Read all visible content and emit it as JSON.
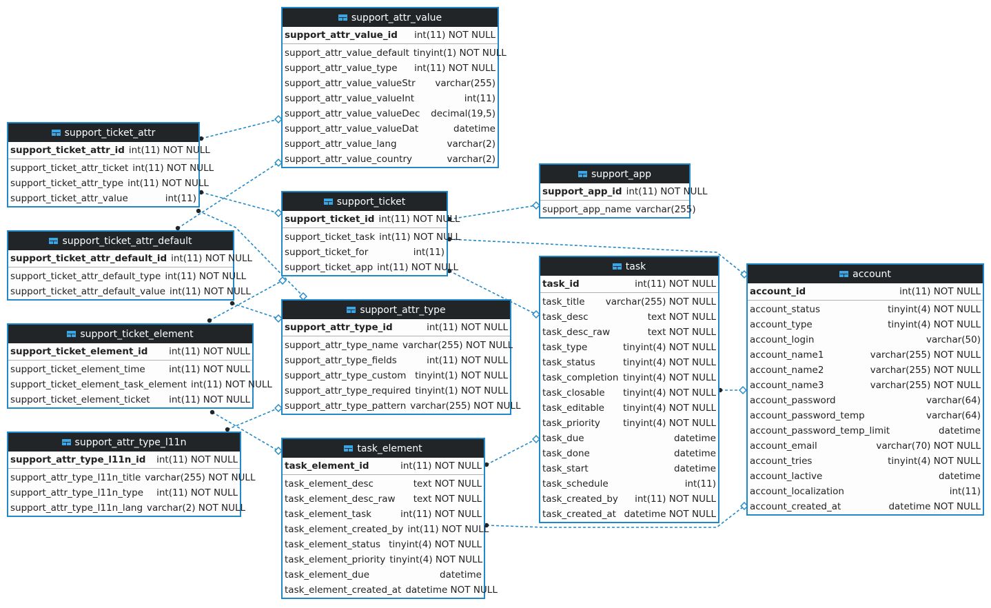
{
  "colors": {
    "border": "#1e88c8",
    "header": "#222528",
    "link": "#1e88c8"
  },
  "tables": {
    "support_attr_value": {
      "name": "support_attr_value",
      "columns": [
        {
          "name": "support_attr_value_id",
          "type": "int(11) NOT NULL",
          "pk": true
        },
        {
          "name": "support_attr_value_default",
          "type": "tinyint(1) NOT NULL"
        },
        {
          "name": "support_attr_value_type",
          "type": "int(11) NOT NULL"
        },
        {
          "name": "support_attr_value_valueStr",
          "type": "varchar(255)"
        },
        {
          "name": "support_attr_value_valueInt",
          "type": "int(11)"
        },
        {
          "name": "support_attr_value_valueDec",
          "type": "decimal(19,5)"
        },
        {
          "name": "support_attr_value_valueDat",
          "type": "datetime"
        },
        {
          "name": "support_attr_value_lang",
          "type": "varchar(2)"
        },
        {
          "name": "support_attr_value_country",
          "type": "varchar(2)"
        }
      ]
    },
    "support_ticket_attr": {
      "name": "support_ticket_attr",
      "columns": [
        {
          "name": "support_ticket_attr_id",
          "type": "int(11) NOT NULL",
          "pk": true
        },
        {
          "name": "support_ticket_attr_ticket",
          "type": "int(11) NOT NULL"
        },
        {
          "name": "support_ticket_attr_type",
          "type": "int(11) NOT NULL"
        },
        {
          "name": "support_ticket_attr_value",
          "type": "int(11)"
        }
      ]
    },
    "support_app": {
      "name": "support_app",
      "columns": [
        {
          "name": "support_app_id",
          "type": "int(11) NOT NULL",
          "pk": true
        },
        {
          "name": "support_app_name",
          "type": "varchar(255)"
        }
      ]
    },
    "support_ticket": {
      "name": "support_ticket",
      "columns": [
        {
          "name": "support_ticket_id",
          "type": "int(11) NOT NULL",
          "pk": true
        },
        {
          "name": "support_ticket_task",
          "type": "int(11) NOT NULL"
        },
        {
          "name": "support_ticket_for",
          "type": "int(11)"
        },
        {
          "name": "support_ticket_app",
          "type": "int(11) NOT NULL"
        }
      ]
    },
    "support_ticket_attr_default": {
      "name": "support_ticket_attr_default",
      "columns": [
        {
          "name": "support_ticket_attr_default_id",
          "type": "int(11) NOT NULL",
          "pk": true
        },
        {
          "name": "support_ticket_attr_default_type",
          "type": "int(11) NOT NULL"
        },
        {
          "name": "support_ticket_attr_default_value",
          "type": "int(11) NOT NULL"
        }
      ]
    },
    "task": {
      "name": "task",
      "columns": [
        {
          "name": "task_id",
          "type": "int(11) NOT NULL",
          "pk": true
        },
        {
          "name": "task_title",
          "type": "varchar(255) NOT NULL"
        },
        {
          "name": "task_desc",
          "type": "text NOT NULL"
        },
        {
          "name": "task_desc_raw",
          "type": "text NOT NULL"
        },
        {
          "name": "task_type",
          "type": "tinyint(4) NOT NULL"
        },
        {
          "name": "task_status",
          "type": "tinyint(4) NOT NULL"
        },
        {
          "name": "task_completion",
          "type": "tinyint(4) NOT NULL"
        },
        {
          "name": "task_closable",
          "type": "tinyint(4) NOT NULL"
        },
        {
          "name": "task_editable",
          "type": "tinyint(4) NOT NULL"
        },
        {
          "name": "task_priority",
          "type": "tinyint(4) NOT NULL"
        },
        {
          "name": "task_due",
          "type": "datetime"
        },
        {
          "name": "task_done",
          "type": "datetime"
        },
        {
          "name": "task_start",
          "type": "datetime"
        },
        {
          "name": "task_schedule",
          "type": "int(11)"
        },
        {
          "name": "task_created_by",
          "type": "int(11) NOT NULL"
        },
        {
          "name": "task_created_at",
          "type": "datetime NOT NULL"
        }
      ]
    },
    "account": {
      "name": "account",
      "columns": [
        {
          "name": "account_id",
          "type": "int(11) NOT NULL",
          "pk": true
        },
        {
          "name": "account_status",
          "type": "tinyint(4) NOT NULL"
        },
        {
          "name": "account_type",
          "type": "tinyint(4) NOT NULL"
        },
        {
          "name": "account_login",
          "type": "varchar(50)"
        },
        {
          "name": "account_name1",
          "type": "varchar(255) NOT NULL"
        },
        {
          "name": "account_name2",
          "type": "varchar(255) NOT NULL"
        },
        {
          "name": "account_name3",
          "type": "varchar(255) NOT NULL"
        },
        {
          "name": "account_password",
          "type": "varchar(64)"
        },
        {
          "name": "account_password_temp",
          "type": "varchar(64)"
        },
        {
          "name": "account_password_temp_limit",
          "type": "datetime"
        },
        {
          "name": "account_email",
          "type": "varchar(70) NOT NULL"
        },
        {
          "name": "account_tries",
          "type": "tinyint(4) NOT NULL"
        },
        {
          "name": "account_lactive",
          "type": "datetime"
        },
        {
          "name": "account_localization",
          "type": "int(11)"
        },
        {
          "name": "account_created_at",
          "type": "datetime NOT NULL"
        }
      ]
    },
    "support_attr_type": {
      "name": "support_attr_type",
      "columns": [
        {
          "name": "support_attr_type_id",
          "type": "int(11) NOT NULL",
          "pk": true
        },
        {
          "name": "support_attr_type_name",
          "type": "varchar(255) NOT NULL"
        },
        {
          "name": "support_attr_type_fields",
          "type": "int(11) NOT NULL"
        },
        {
          "name": "support_attr_type_custom",
          "type": "tinyint(1) NOT NULL"
        },
        {
          "name": "support_attr_type_required",
          "type": "tinyint(1) NOT NULL"
        },
        {
          "name": "support_attr_type_pattern",
          "type": "varchar(255) NOT NULL"
        }
      ]
    },
    "support_ticket_element": {
      "name": "support_ticket_element",
      "columns": [
        {
          "name": "support_ticket_element_id",
          "type": "int(11) NOT NULL",
          "pk": true
        },
        {
          "name": "support_ticket_element_time",
          "type": "int(11) NOT NULL"
        },
        {
          "name": "support_ticket_element_task_element",
          "type": "int(11) NOT NULL"
        },
        {
          "name": "support_ticket_element_ticket",
          "type": "int(11) NOT NULL"
        }
      ]
    },
    "support_attr_type_l11n": {
      "name": "support_attr_type_l11n",
      "columns": [
        {
          "name": "support_attr_type_l11n_id",
          "type": "int(11) NOT NULL",
          "pk": true
        },
        {
          "name": "support_attr_type_l11n_title",
          "type": "varchar(255) NOT NULL"
        },
        {
          "name": "support_attr_type_l11n_type",
          "type": "int(11) NOT NULL"
        },
        {
          "name": "support_attr_type_l11n_lang",
          "type": "varchar(2) NOT NULL"
        }
      ]
    },
    "task_element": {
      "name": "task_element",
      "columns": [
        {
          "name": "task_element_id",
          "type": "int(11) NOT NULL",
          "pk": true
        },
        {
          "name": "task_element_desc",
          "type": "text NOT NULL"
        },
        {
          "name": "task_element_desc_raw",
          "type": "text NOT NULL"
        },
        {
          "name": "task_element_task",
          "type": "int(11) NOT NULL"
        },
        {
          "name": "task_element_created_by",
          "type": "int(11) NOT NULL"
        },
        {
          "name": "task_element_status",
          "type": "tinyint(4) NOT NULL"
        },
        {
          "name": "task_element_priority",
          "type": "tinyint(4) NOT NULL"
        },
        {
          "name": "task_element_due",
          "type": "datetime"
        },
        {
          "name": "task_element_created_at",
          "type": "datetime NOT NULL"
        }
      ]
    }
  }
}
